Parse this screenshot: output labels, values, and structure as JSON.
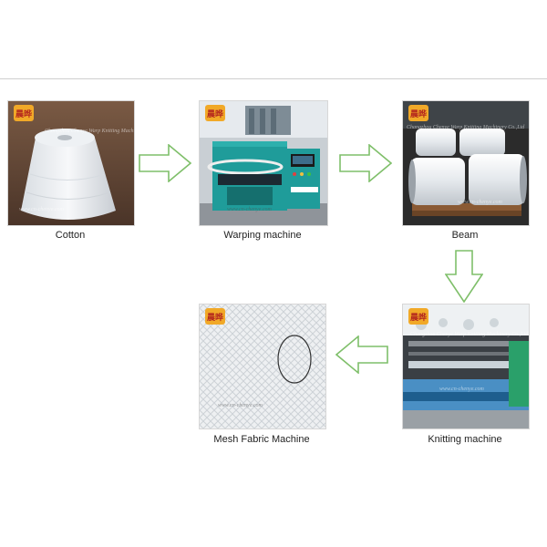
{
  "steps": [
    {
      "id": "cotton",
      "label": "Cotton"
    },
    {
      "id": "warping",
      "label": "Warping machine"
    },
    {
      "id": "beam",
      "label": "Beam"
    },
    {
      "id": "knitting",
      "label": "Knitting machine"
    },
    {
      "id": "mesh",
      "label": "Mesh Fabric Machine"
    }
  ],
  "branding": {
    "logo_text": "晨晔",
    "company": "Changzhou Chenye Warp Knitting Machinery Co.,Ltd",
    "website": "www.cn-chenye.com"
  },
  "colors": {
    "arrow": "#7fbf6a",
    "machine_teal": "#1f9c9a",
    "logo_orange": "#f1a928"
  }
}
